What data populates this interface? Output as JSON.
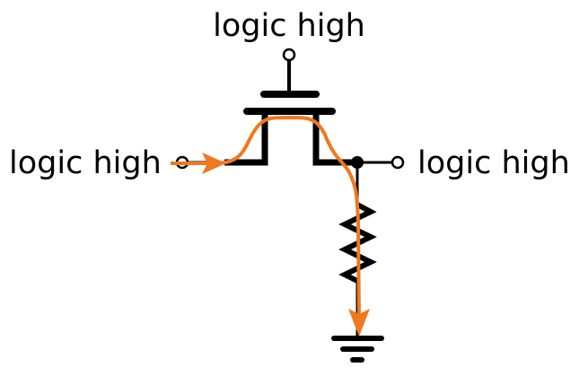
{
  "labels": {
    "gate": "logic high",
    "input": "logic high",
    "output": "logic high"
  },
  "colors": {
    "wire": "#000000",
    "current": "#f07820"
  },
  "components": [
    "nmos-transistor",
    "resistor",
    "ground"
  ]
}
